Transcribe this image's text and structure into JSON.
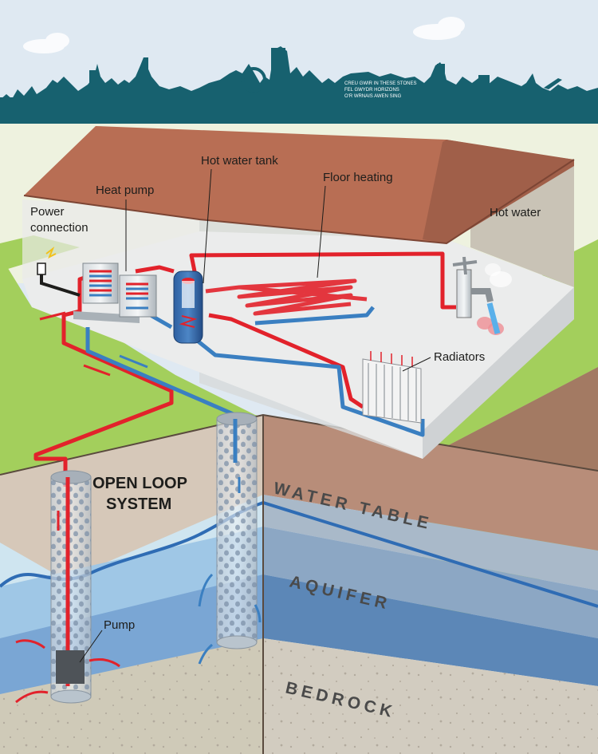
{
  "labels": {
    "power_connection_1": "Power",
    "power_connection_2": "connection",
    "heat_pump": "Heat pump",
    "hot_water_tank": "Hot water tank",
    "floor_heating": "Floor heating",
    "hot_water": "Hot water",
    "radiators": "Radiators",
    "open_loop_1": "OPEN LOOP",
    "open_loop_2": "SYSTEM",
    "pump": "Pump",
    "water_table": "WATER TABLE",
    "aquifer": "AQUIFER",
    "bedrock": "BEDROCK"
  },
  "skyline_sign": {
    "line1": "CREU GWIR IN THESE STONES",
    "line2": "FEL GWYDR HORIZONS",
    "line3": "O'R WRNAIS AWEN SING"
  },
  "colors": {
    "sky": "#dfe9f2",
    "skyline": "#17616f",
    "grass": "#a3cf5c",
    "roof": "#b86e54",
    "hot_pipe": "#e2222b",
    "cold_pipe": "#3a7fc1",
    "topsoil": "#b88d79",
    "aquifer": "#4f7fb4",
    "bedrock": "#d2ccc0"
  }
}
